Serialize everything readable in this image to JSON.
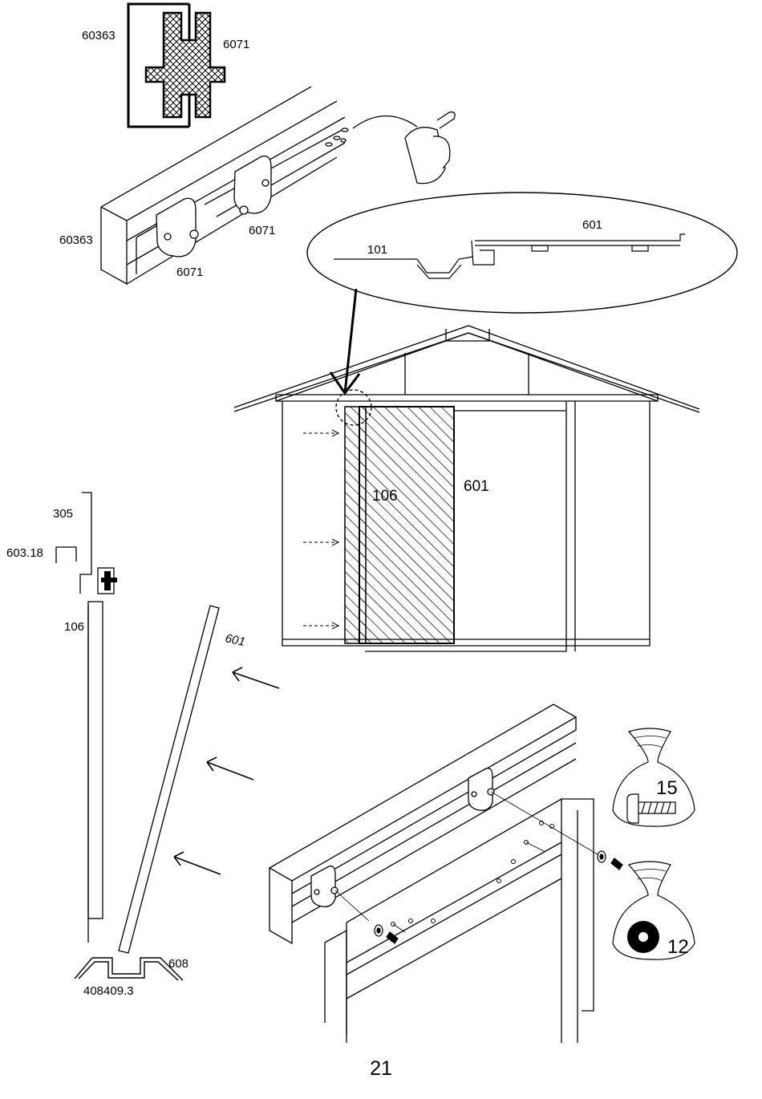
{
  "page_number": "21",
  "labels": {
    "detail_rail": "60363",
    "detail_roller": "6071",
    "rail_end": "60363",
    "roller_a": "6071",
    "roller_b": "6071",
    "callout_101": "101",
    "callout_601": "601",
    "door_106": "106",
    "door_601": "601",
    "side_305": "305",
    "side_603": "603.18",
    "side_106": "106",
    "panel_601": "601",
    "section_608": "608",
    "section_profile": "408409.3"
  },
  "hardware_bags": [
    {
      "label": "15",
      "icon": "screw-icon"
    },
    {
      "label": "12",
      "icon": "washer-icon"
    }
  ]
}
